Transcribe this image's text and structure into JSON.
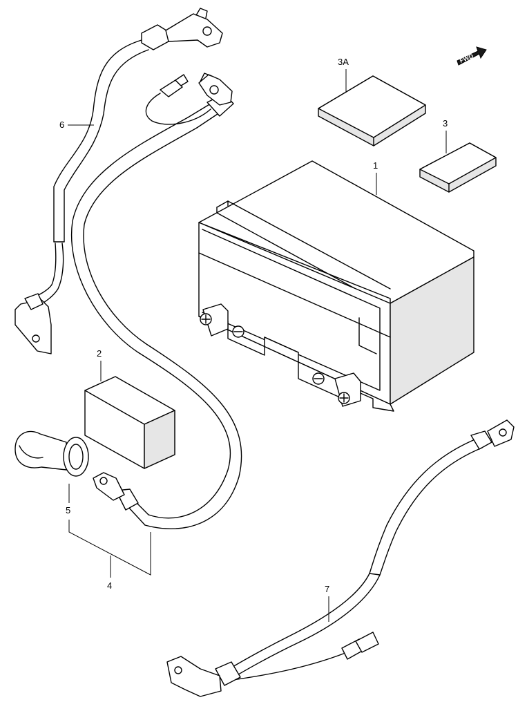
{
  "direction_badge": {
    "text": "FWD",
    "icon": "fwd-arrow-icon"
  },
  "callouts": {
    "p1": "1",
    "p2": "2",
    "p3": "3",
    "p3a": "3A",
    "p4": "4",
    "p5": "5",
    "p6": "6",
    "p7": "7"
  }
}
